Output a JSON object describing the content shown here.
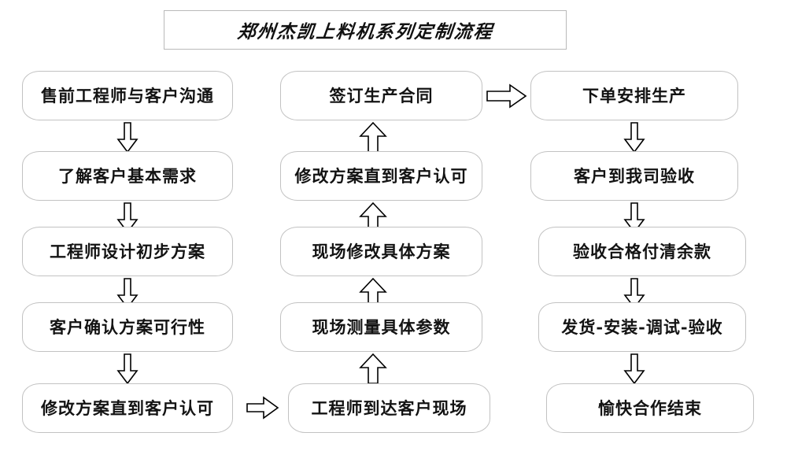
{
  "diagram": {
    "title": "郑州杰凯上料机系列定制流程",
    "type": "flowchart",
    "background_color": "#ffffff",
    "box_border_color": "#c2c2c2",
    "arrow_color": "#000000",
    "text_color": "#131313",
    "columns": [
      {
        "id": "column-1",
        "flow_direction": "down",
        "nodes": [
          {
            "id": "node-1-1",
            "label": "售前工程师与客户沟通"
          },
          {
            "id": "node-1-2",
            "label": "了解客户基本需求"
          },
          {
            "id": "node-1-3",
            "label": "工程师设计初步方案"
          },
          {
            "id": "node-1-4",
            "label": "客户确认方案可行性"
          },
          {
            "id": "node-1-5",
            "label": "修改方案直到客户认可"
          }
        ]
      },
      {
        "id": "column-2",
        "flow_direction": "up",
        "nodes": [
          {
            "id": "node-2-1",
            "label": "签订生产合同"
          },
          {
            "id": "node-2-2",
            "label": "修改方案直到客户认可"
          },
          {
            "id": "node-2-3",
            "label": "现场修改具体方案"
          },
          {
            "id": "node-2-4",
            "label": "现场测量具体参数"
          },
          {
            "id": "node-2-5",
            "label": "工程师到达客户现场"
          }
        ]
      },
      {
        "id": "column-3",
        "flow_direction": "down",
        "nodes": [
          {
            "id": "node-3-1",
            "label": "下单安排生产"
          },
          {
            "id": "node-3-2",
            "label": "客户到我司验收"
          },
          {
            "id": "node-3-3",
            "label": "验收合格付清余款"
          },
          {
            "id": "node-3-4",
            "label": "发货-安装-调试-验收"
          },
          {
            "id": "node-3-5",
            "label": "愉快合作结束"
          }
        ]
      }
    ],
    "connectors": [
      {
        "id": "arrow-c1-1to2",
        "direction": "down"
      },
      {
        "id": "arrow-c1-2to3",
        "direction": "down"
      },
      {
        "id": "arrow-c1-3to4",
        "direction": "down"
      },
      {
        "id": "arrow-c1-4to5",
        "direction": "down"
      },
      {
        "id": "arrow-c1to-c2",
        "direction": "right"
      },
      {
        "id": "arrow-c2-5to4",
        "direction": "up"
      },
      {
        "id": "arrow-c2-4to3",
        "direction": "up"
      },
      {
        "id": "arrow-c2-3to2",
        "direction": "up"
      },
      {
        "id": "arrow-c2-2to1",
        "direction": "up"
      },
      {
        "id": "arrow-c2to-c3",
        "direction": "right"
      },
      {
        "id": "arrow-c3-1to2",
        "direction": "down"
      },
      {
        "id": "arrow-c3-2to3",
        "direction": "down"
      },
      {
        "id": "arrow-c3-3to4",
        "direction": "down"
      },
      {
        "id": "arrow-c3-4to5",
        "direction": "down"
      }
    ]
  }
}
